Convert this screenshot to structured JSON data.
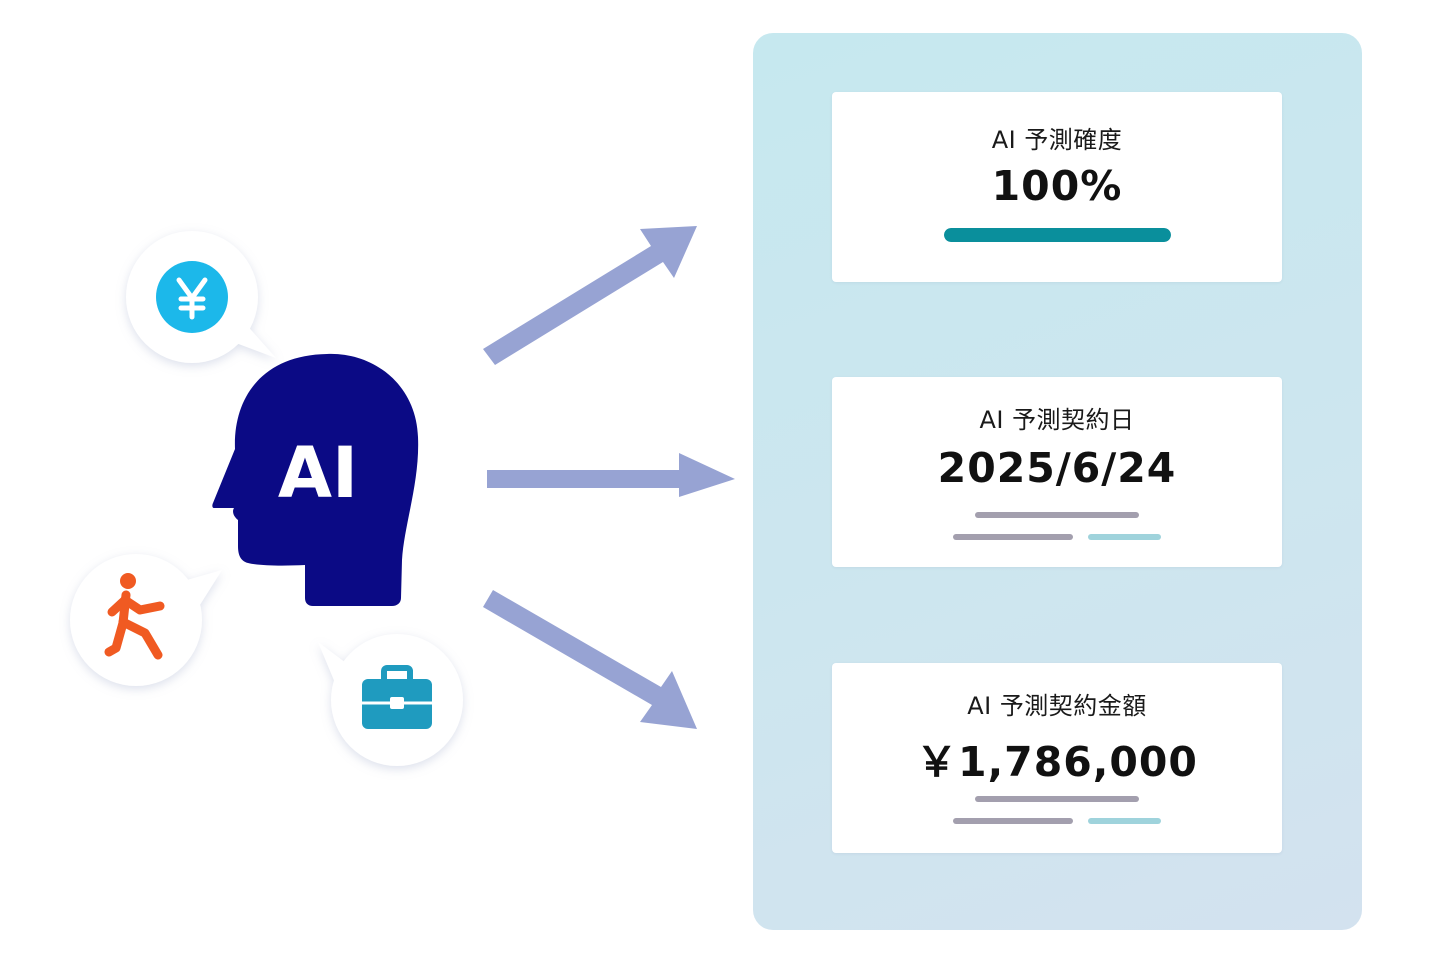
{
  "head": {
    "label": "AI",
    "color": "#0b0a85"
  },
  "bubbles": [
    {
      "icon": "yen-icon",
      "color": "#1cb8ea"
    },
    {
      "icon": "running-person-icon",
      "color": "#f05a22"
    },
    {
      "icon": "briefcase-icon",
      "color": "#1f9bbf"
    }
  ],
  "arrow_color": "#97a3d3",
  "cards": [
    {
      "label": "AI 予測確度",
      "value": "100%",
      "progress": 1.0,
      "progress_color": "#0a8f9c"
    },
    {
      "label": "AI 予測契約日",
      "value": "2025/6/24"
    },
    {
      "label": "AI 予測契約金額",
      "value": "￥1,786,000"
    }
  ],
  "placeholder_colors": {
    "gray": "#a39fae",
    "teal": "#9fd3dc"
  }
}
